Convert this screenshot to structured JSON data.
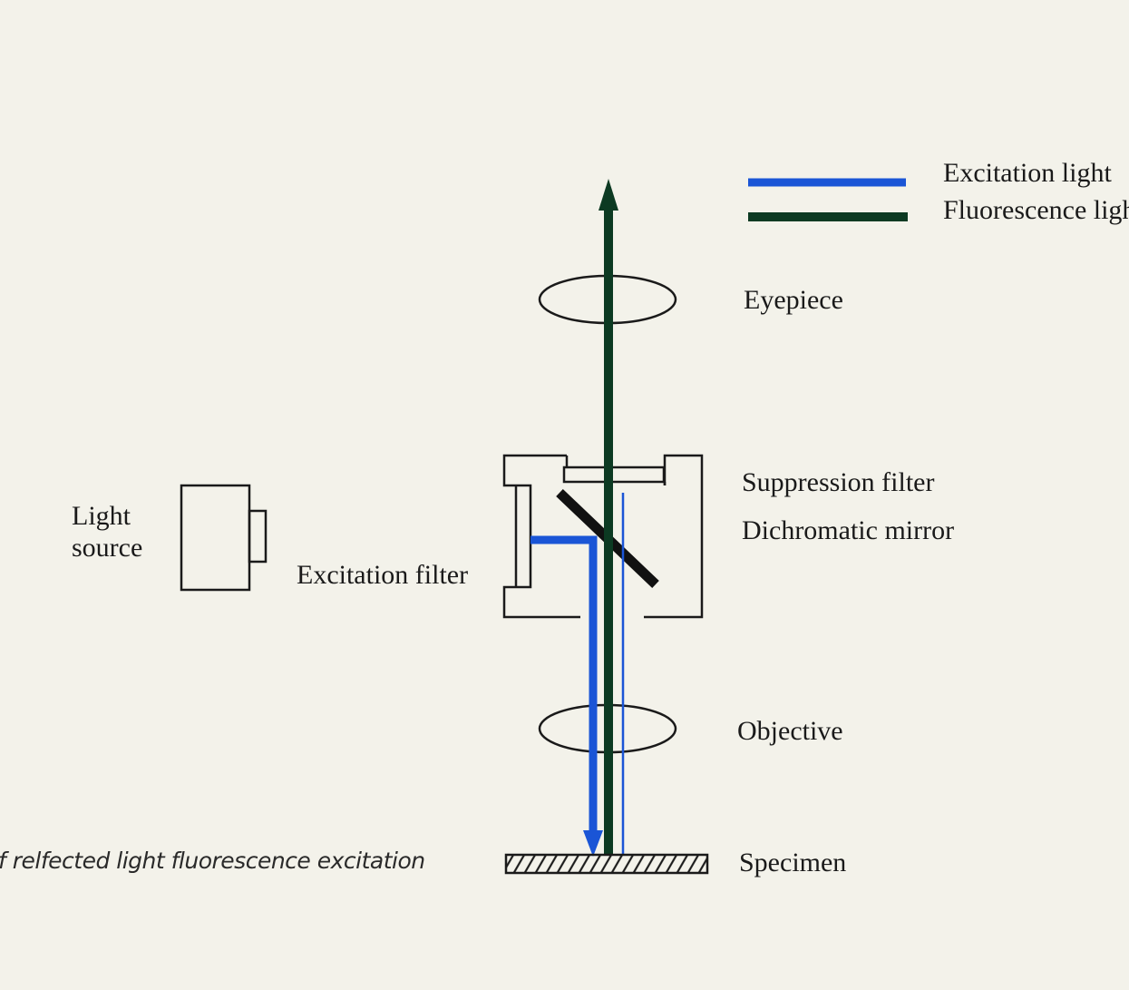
{
  "legend": {
    "excitation_label": "Excitation light",
    "fluorescence_label": "Fluorescence light",
    "excitation_color": "#1a55d6",
    "fluorescence_color": "#0c3a22"
  },
  "labels": {
    "eyepiece": "Eyepiece",
    "suppression_filter": "Suppression filter",
    "dichromatic_mirror": "Dichromatic mirror",
    "light_source_line1": "Light",
    "light_source_line2": "source",
    "excitation_filter": "Excitation filter",
    "objective": "Objective",
    "specimen": "Specimen"
  },
  "caption": "f relfected light fluorescence excitation"
}
